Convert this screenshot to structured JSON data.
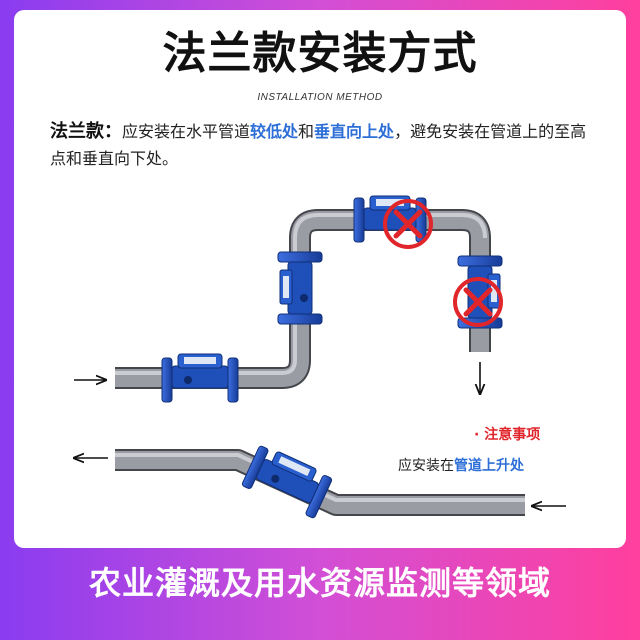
{
  "header": {
    "title": "法兰款安装方式",
    "subtitle": "INSTALLATION METHOD"
  },
  "description": {
    "lead": "法兰款：",
    "part1": "应安装在水平管道",
    "highlight1": "较低处",
    "part2": "和",
    "highlight2": "垂直向上处",
    "part3": "，避免安装在管道上的至高点和垂直向下处。"
  },
  "note": {
    "title": "· 注意事项",
    "text_prefix": "应安装在",
    "text_highlight": "管道上升处"
  },
  "footer": {
    "banner": "农业灌溉及用水资源监测等领域"
  },
  "colors": {
    "meter_blue": "#1f4fb8",
    "pipe_gray": "#8e9097",
    "warning_red": "#e0252b",
    "highlight_blue": "#2d6fd6"
  },
  "icons": [
    "arrow-right-icon",
    "arrow-left-icon",
    "arrow-down-icon",
    "prohibited-x-icon",
    "water-meter-icon"
  ]
}
